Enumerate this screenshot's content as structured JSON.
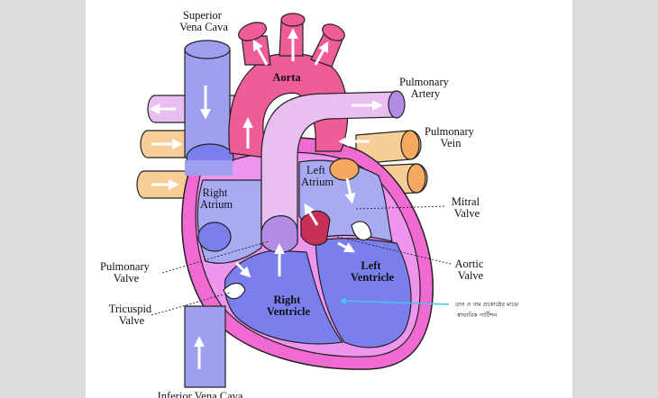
{
  "labels": {
    "superior_vena_cava": [
      "Superior",
      "Vena Cava"
    ],
    "aorta": "Aorta",
    "pulmonary_artery": [
      "Pulmonary",
      "Artery"
    ],
    "pulmonary_vein": [
      "Pulmonary",
      "Vein"
    ],
    "left_atrium": [
      "Left",
      "Atrium"
    ],
    "right_atrium": [
      "Right",
      "Atrium"
    ],
    "mitral_valve": [
      "Mitral",
      "Valve"
    ],
    "pulmonary_valve": [
      "Pulmonary",
      "Valve"
    ],
    "aortic_valve": [
      "Aortic",
      "Valve"
    ],
    "left_ventricle": [
      "Left",
      "Ventricle"
    ],
    "tricuspid_valve": [
      "Tricuspid",
      "Valve"
    ],
    "right_ventricle": [
      "Right",
      "Ventricle"
    ],
    "inferior_vena_cava": "Inferior Vena Cava",
    "septum_note": [
      "ডান ও বাম প্রকোষ্ঠের মাঝে",
      "স্বাভাবিক পার্টিশন"
    ]
  },
  "colors": {
    "vena_cava": "#9ea0ef",
    "aorta": "#ee5d97",
    "pulmonary_artery": "#e8bff0",
    "pulmonary_vein": "#f9cd97",
    "heart_wall": "#ee96ee",
    "outer_wall": "#f06ad2",
    "right_side": "#7b7fee",
    "left_side": "#a8aaf2",
    "note_arrow": "#44c6ee"
  }
}
